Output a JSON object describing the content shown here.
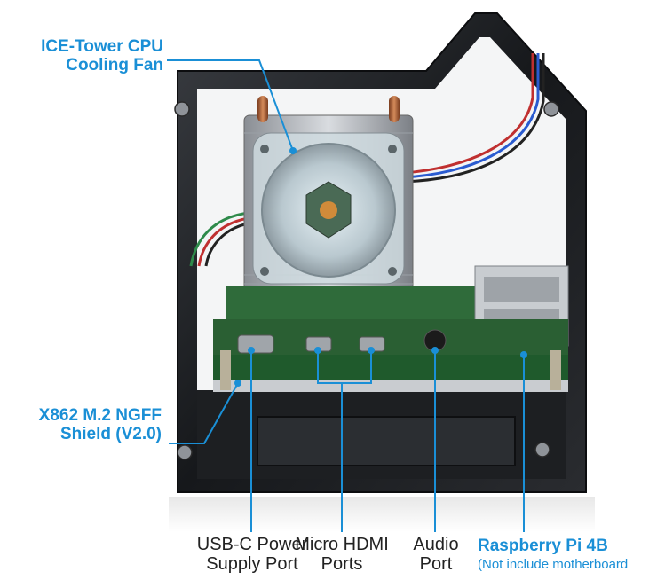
{
  "callouts": {
    "fan": {
      "line1": "ICE-Tower CPU",
      "line2": "Cooling Fan"
    },
    "shield": {
      "line1": "X862 M.2 NGFF",
      "line2": "Shield (V2.0)"
    },
    "usbc": {
      "line1": "USB-C Power",
      "line2": "Supply Port"
    },
    "hdmi": {
      "line1": "Micro HDMI",
      "line2": "Ports"
    },
    "audio": {
      "line1": "Audio",
      "line2": "Port"
    },
    "pi": {
      "title": "Raspberry Pi 4B",
      "note": "(Not include motherboard"
    }
  },
  "colors": {
    "accent": "#1a8fd6",
    "case": "#1b1d20",
    "pcb_green": "#2f6b3a"
  }
}
